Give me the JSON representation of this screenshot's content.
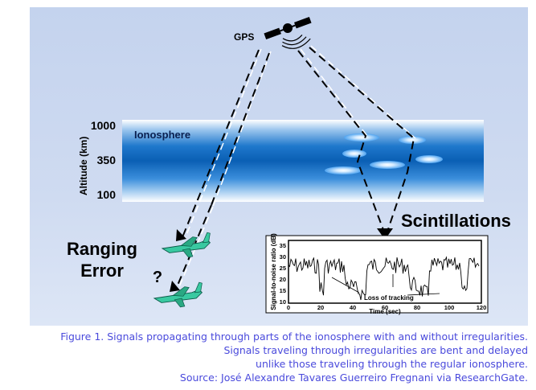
{
  "diagram": {
    "satellite_label": "GPS",
    "layer_label": "Ionosphere",
    "altitude_axis_label": "Altitude (km)",
    "altitude_ticks": [
      "1000",
      "350",
      "100"
    ],
    "ranging_error_line1": "Ranging",
    "ranging_error_line2": "Error",
    "question_mark": "?",
    "scintillations_label": "Scintillations",
    "inset": {
      "ylabel": "Signal-to-noise ratio (dB)",
      "xlabel": "Time (sec)",
      "yticks": [
        "35",
        "30",
        "25",
        "20",
        "15",
        "10"
      ],
      "xticks": [
        "0",
        "20",
        "40",
        "60",
        "80",
        "100",
        "120"
      ],
      "annotation": "Loss of tracking"
    },
    "icons": {
      "satellite": "satellite-icon",
      "airplane": "airplane-icon"
    },
    "colors": {
      "background": "#c8d6ef",
      "ionosphere_dark": "#0a5fb4",
      "ionosphere_light": "#ffffff",
      "caption": "#4a4adc",
      "airplane": "#39c9a1"
    }
  },
  "caption": {
    "line1": "Figure 1. Signals propagating through parts of the ionosphere with and without irregularities.",
    "line2": "Signals traveling through irregularities are bent and delayed ",
    "line3": "unlike those traveling through the regular ionosphere.",
    "line4": "Source: José Alexandre Tavares Guerreiro Fregnani via ResearchGate."
  }
}
